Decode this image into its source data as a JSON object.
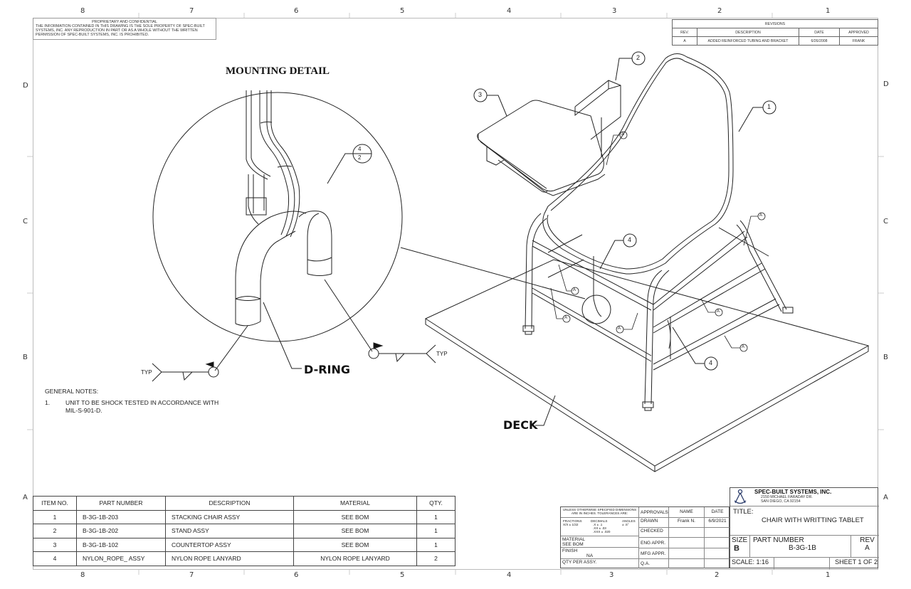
{
  "sheet": {
    "zones_top": [
      "8",
      "7",
      "6",
      "5",
      "4",
      "3",
      "2",
      "1"
    ],
    "zones_bottom": [
      "8",
      "7",
      "6",
      "5",
      "4",
      "3",
      "2",
      "1"
    ],
    "zones_side": [
      "D",
      "C",
      "B",
      "A"
    ]
  },
  "proprietary": {
    "title": "PROPRIETARY AND CONFIDENTIAL",
    "text": "THE INFORMATION CONTAINED IN THIS DRAWING IS THE SOLE PROPERTY OF SPEC-BUILT SYSTEMS, INC.  ANY REPRODUCTION IN PART OR AS A WHOLE WITHOUT THE WRITTEN PERMISSION OF SPEC-BUILT SYSTEMS, INC. IS PROHIBITED."
  },
  "revisions": {
    "title": "REVISIONS",
    "headers": [
      "REV.",
      "DESCRIPTION",
      "DATE",
      "APPROVED"
    ],
    "rows": [
      {
        "rev": "A",
        "description": "ADDED REINFORCED TUBING AND BRACKET",
        "date": "6/26/2008",
        "approved": "FRANK"
      }
    ]
  },
  "detail": {
    "title": "MOUNTING DETAIL",
    "balloon_top": "4",
    "balloon_bottom": "2",
    "dring_label": "D-RING",
    "typ_left": "TYP",
    "typ_right": "TYP"
  },
  "isometric": {
    "balloons": [
      "1",
      "2",
      "3",
      "4",
      "4"
    ],
    "weld_ref": "A",
    "deck_label": "DECK"
  },
  "general_notes": {
    "title": "GENERAL NOTES:",
    "items": [
      {
        "num": "1.",
        "text": "UNIT TO BE SHOCK TESTED IN ACCORDANCE WITH",
        "text2": "MIL-S-901-D."
      }
    ]
  },
  "bom": {
    "headers": [
      "ITEM NO.",
      "PART NUMBER",
      "DESCRIPTION",
      "MATERIAL",
      "QTY."
    ],
    "rows": [
      {
        "item": "1",
        "part": "B-3G-1B-203",
        "desc": "STACKING CHAIR ASSY",
        "material": "SEE BOM",
        "qty": "1"
      },
      {
        "item": "2",
        "part": "B-3G-1B-202",
        "desc": "STAND ASSY",
        "material": "SEE BOM",
        "qty": "1"
      },
      {
        "item": "3",
        "part": "B-3G-1B-102",
        "desc": "COUNTERTOP ASSY",
        "material": "SEE BOM",
        "qty": "1"
      },
      {
        "item": "4",
        "part": "NYLON_ROPE_ ASSY",
        "desc": "NYLON ROPE LANYARD",
        "material": "NYLON ROPE LANYARD",
        "qty": "2"
      }
    ]
  },
  "title_block": {
    "tolerance_line1": "UNLESS OTHERWISE SPECIFIED DIMENSIONS",
    "tolerance_line2": "ARE IN INCHES.  TOLERANCES ARE:",
    "fractions": "FRACTIONS",
    "fractions_val": "X/X ± 1/32",
    "decimals": "DECIMALS",
    "dec1": ".X    ± .1",
    "dec2": ".XX   ± .03",
    "dec3": ".XXX ± .020",
    "angles": "ANGLES",
    "angles_val": "± .5°",
    "material_label": "MATERIAL",
    "material_val": "SEE BOM",
    "finish_label": "FINISH",
    "finish_val": "NA",
    "qty_label": "QTY PER ASSY.",
    "approvals": "APPROVALS",
    "name": "NAME",
    "date": "DATE",
    "drawn": "DRAWN",
    "drawn_name": "Frank N.",
    "drawn_date": "6/9/2021",
    "checked": "CHECKED",
    "eng_appr": "ENG APPR.",
    "mfg_appr": "MFG APPR.",
    "qa": "Q.A.",
    "company": "SPEC-BUILT SYSTEMS, INC.",
    "address1": "2150 MICHAEL FARADAY DR.",
    "address2": "SAN DIEGO, CA 92154",
    "title_label": "TITLE:",
    "title_val": "CHAIR WITH WRITTING TABLET",
    "size_label": "SIZE",
    "size_val": "B",
    "part_label": "PART NUMBER",
    "part_val": "B-3G-1B",
    "rev_label": "REV",
    "rev_val": "A",
    "scale": "SCALE: 1:16",
    "sheet": "SHEET 1 OF 2"
  }
}
